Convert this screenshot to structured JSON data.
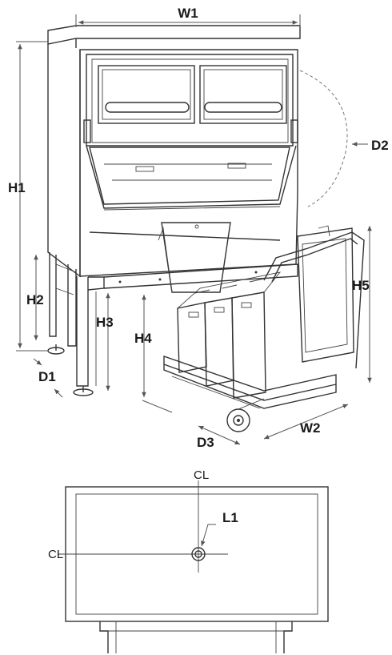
{
  "labels": {
    "w1": "W1",
    "h1": "H1",
    "h2": "H2",
    "d1": "D1",
    "h3": "H3",
    "d2": "D2",
    "h4": "H4",
    "h5": "H5",
    "w2": "W2",
    "d3": "D3",
    "l1": "L1"
  },
  "centerline": {
    "top": "CL",
    "left": "CL"
  }
}
